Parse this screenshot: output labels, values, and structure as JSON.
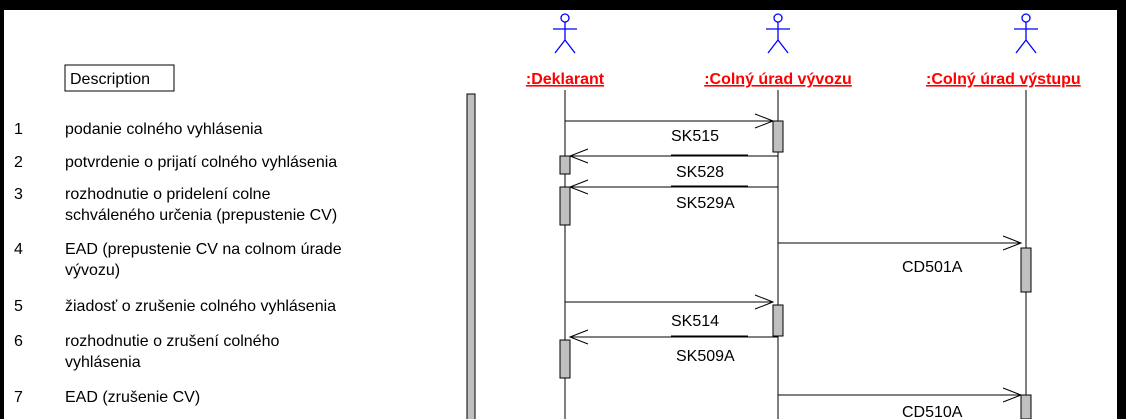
{
  "description_header": "Description",
  "steps": [
    {
      "num": "1",
      "lines": [
        "podanie colného vyhlásenia"
      ]
    },
    {
      "num": "2",
      "lines": [
        "potvrdenie o prijatí colného vyhlásenia"
      ]
    },
    {
      "num": "3",
      "lines": [
        "rozhodnutie o pridelení colne",
        "schváleného určenia (prepustenie CV)"
      ]
    },
    {
      "num": "4",
      "lines": [
        "EAD (prepustenie CV na colnom úrade",
        "vývozu)"
      ]
    },
    {
      "num": "5",
      "lines": [
        "žiadosť o zrušenie colného vyhlásenia"
      ]
    },
    {
      "num": "6",
      "lines": [
        "rozhodnutie o zrušení colného",
        "vyhlásenia"
      ]
    },
    {
      "num": "7",
      "lines": [
        "EAD (zrušenie CV)"
      ]
    }
  ],
  "actors": [
    {
      "name": ":Deklarant"
    },
    {
      "name": ":Colný úrad vývozu"
    },
    {
      "name": ":Colný úrad výstupu"
    }
  ],
  "messages": [
    {
      "label": "SK515",
      "from": 0,
      "to": 1
    },
    {
      "label": "SK528",
      "from": 1,
      "to": 0
    },
    {
      "label": "SK529A",
      "from": 1,
      "to": 0
    },
    {
      "label": "CD501A",
      "from": 1,
      "to": 2
    },
    {
      "label": "SK514",
      "from": 0,
      "to": 1
    },
    {
      "label": "SK509A",
      "from": 1,
      "to": 0
    },
    {
      "label": "CD510A",
      "from": 1,
      "to": 2
    }
  ],
  "colors": {
    "actor": "#0000ff",
    "actor_name": "#ff0000",
    "activation": "#c0c0c0",
    "line": "#000000"
  }
}
